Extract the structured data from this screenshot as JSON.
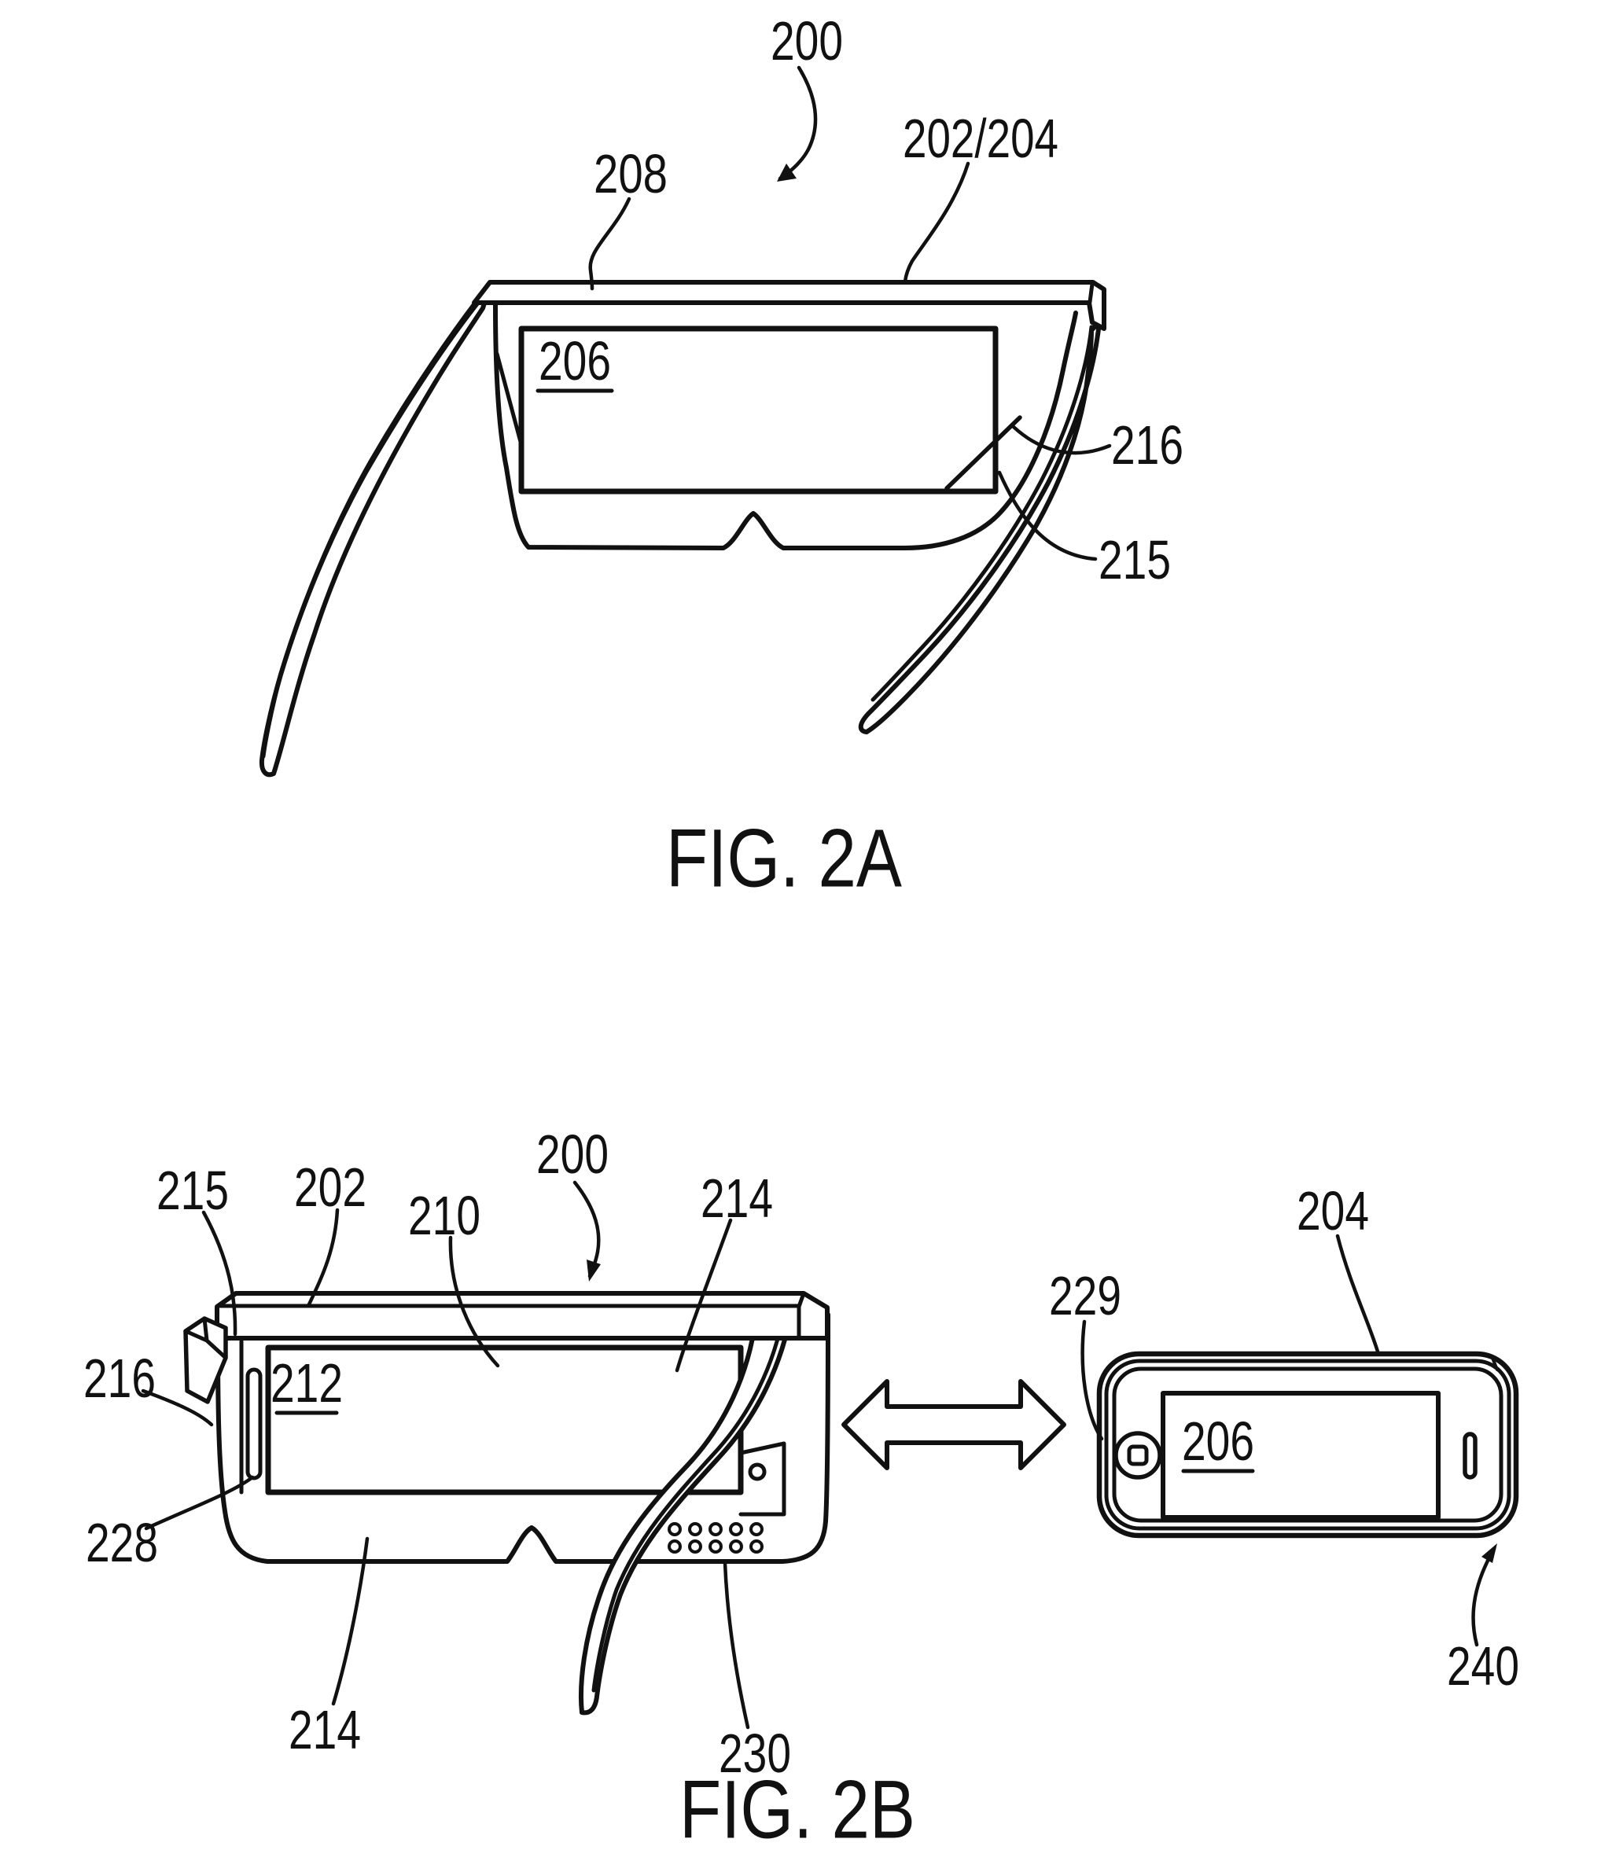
{
  "fig2a": {
    "caption": "FIG. 2A",
    "labels": {
      "ref200": "200",
      "ref208": "208",
      "ref202_204": "202/204",
      "ref206": "206",
      "ref216": "216",
      "ref215": "215"
    }
  },
  "fig2b": {
    "caption": "FIG. 2B",
    "labels": {
      "ref200": "200",
      "ref215": "215",
      "ref202": "202",
      "ref210": "210",
      "ref214_top": "214",
      "ref216": "216",
      "ref212": "212",
      "ref228": "228",
      "ref214_bottom": "214",
      "ref230": "230",
      "ref229": "229",
      "ref204": "204",
      "ref206": "206",
      "ref240": "240"
    }
  },
  "colors": {
    "ink": "#111111",
    "paper": "#ffffff"
  }
}
